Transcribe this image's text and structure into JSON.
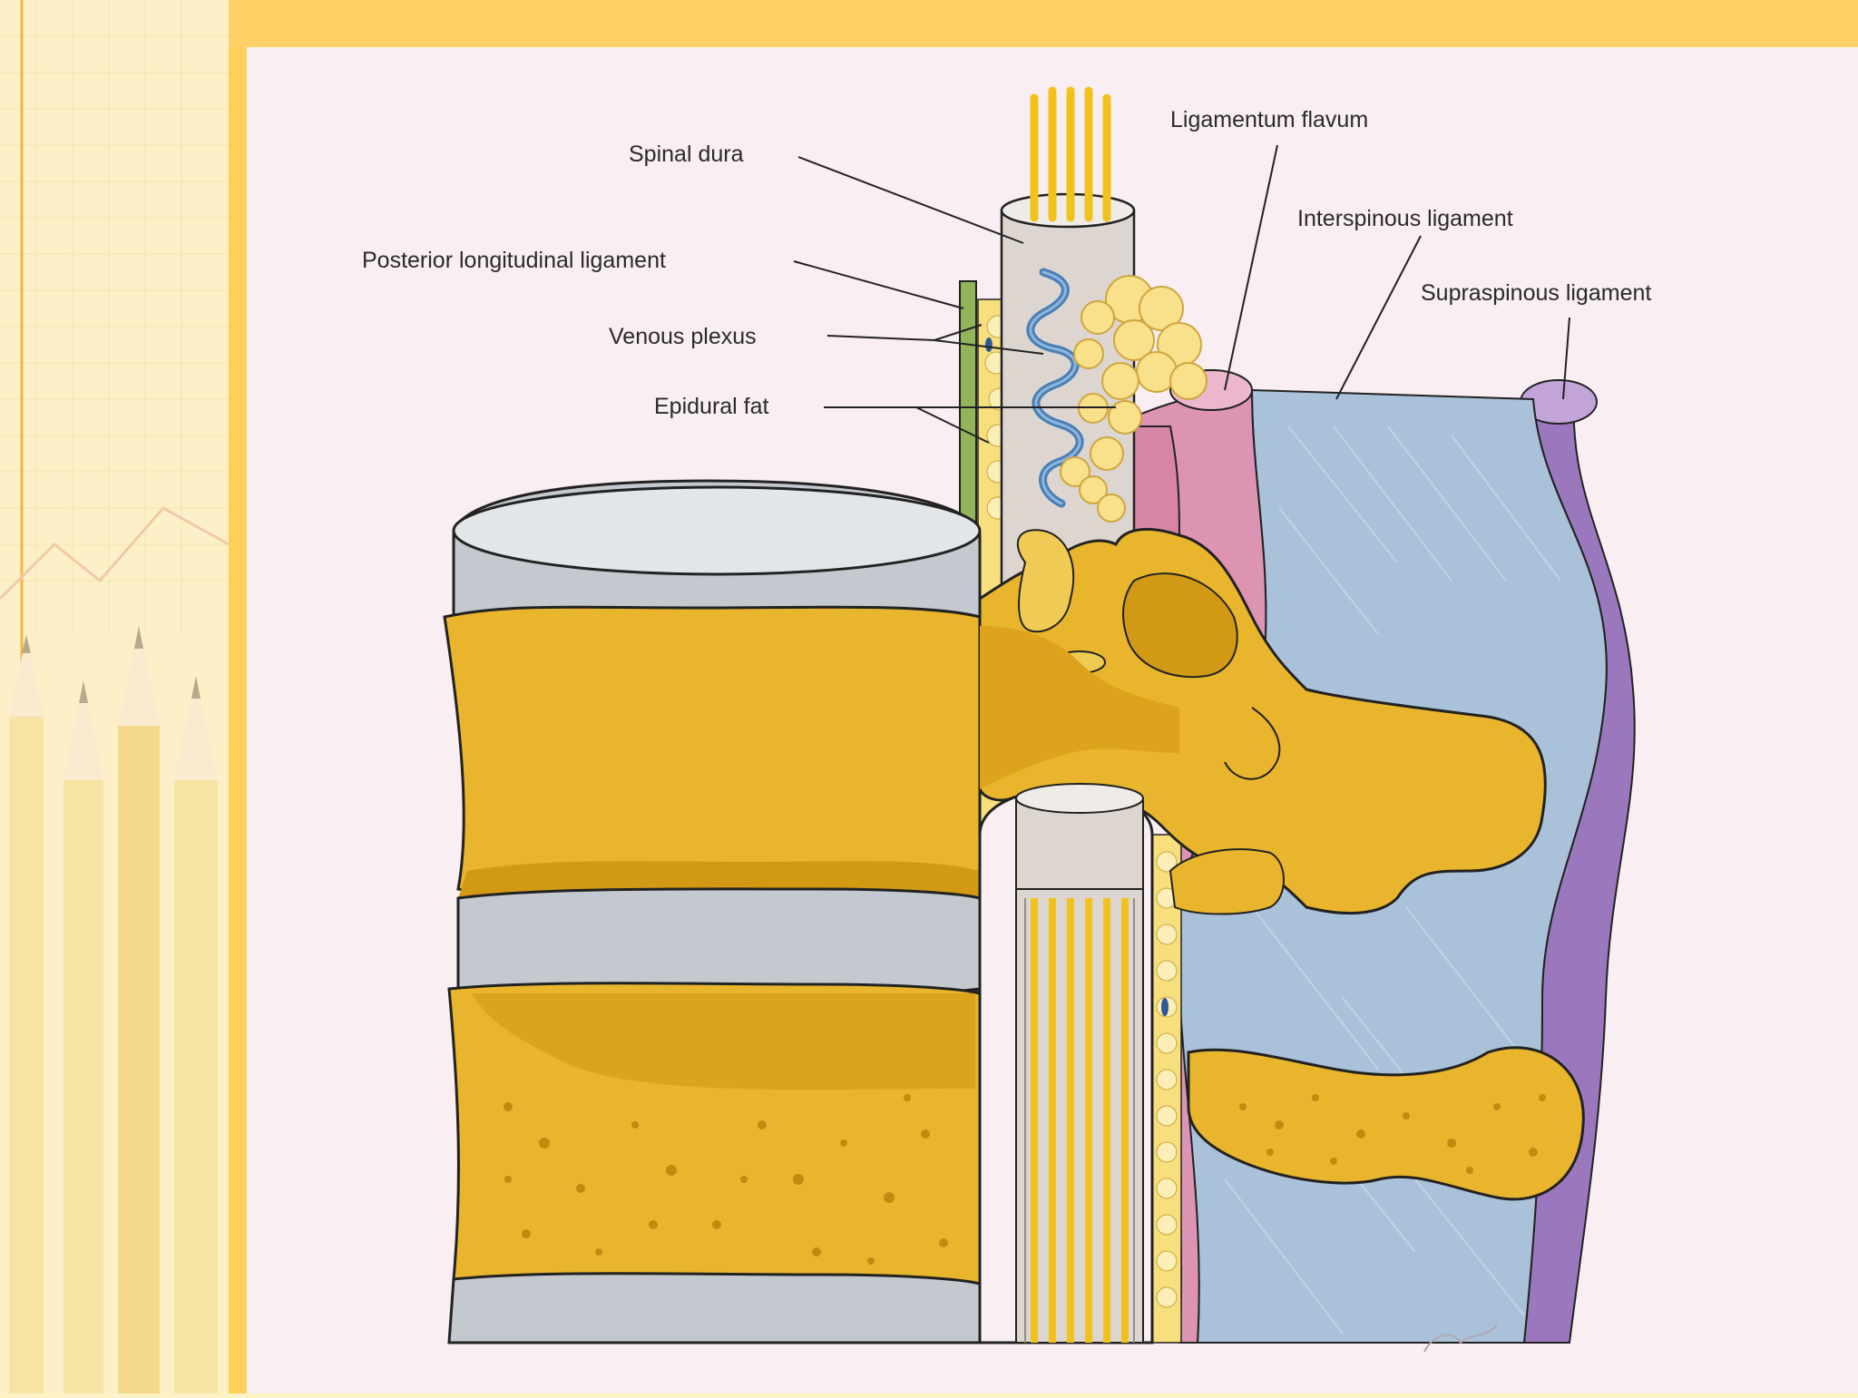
{
  "slide": {
    "theme_colors": {
      "top_band": "#ffd166",
      "side_panel": "#fdf0c8",
      "pencil": "#f7e3a2",
      "content_bg": "#f9eef2"
    },
    "decor_icons": [
      "pencil-icon",
      "pencil-icon",
      "pencil-icon"
    ]
  },
  "diagram": {
    "labels": {
      "spinal_dura": "Spinal dura",
      "posterior_longitudinal_ligament": "Posterior longitudinal ligament",
      "venous_plexus": "Venous plexus",
      "epidural_fat": "Epidural fat",
      "ligamentum_flavum": "Ligamentum flavum",
      "interspinous_ligament": "Interspinous ligament",
      "supraspinous_ligament": "Supraspinous ligament"
    },
    "colors": {
      "bone": "#e8b52c",
      "bone_shadow": "#d29a14",
      "disc": "#c4c9cf",
      "dura": "#ddd6d0",
      "nerve": "#f2c21c",
      "venous": "#4a7fb5",
      "fat": "#f6df7c",
      "flavum": "#dd94b3",
      "interspinous": "#a9c1d9",
      "supraspinous": "#9b78bd",
      "pll": "#92b55a"
    }
  }
}
